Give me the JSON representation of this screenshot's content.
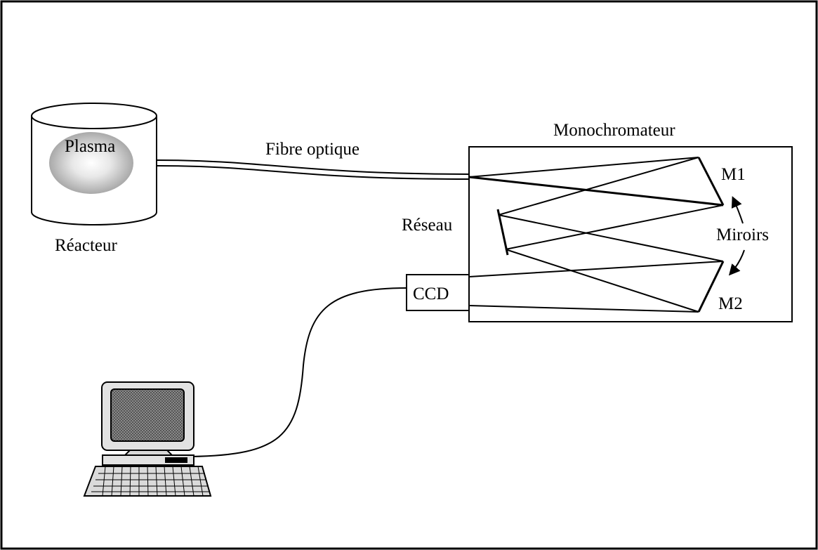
{
  "labels": {
    "plasma": "Plasma",
    "reactor": "Réacteur",
    "fiber": "Fibre optique",
    "monochromator": "Monochromateur",
    "grating": "Réseau",
    "mirror1": "M1",
    "mirror2": "M2",
    "mirrors": "Miroirs",
    "ccd": "CCD"
  },
  "colors": {
    "line": "#000000",
    "background": "#ffffff",
    "plasma_fill": "#bdbdbd",
    "screen_fill": "#6a6a6a",
    "computer_fill": "#e0e0e0"
  },
  "icons": {
    "computer": "computer-icon",
    "reactor": "cylinder-reactor-icon"
  }
}
